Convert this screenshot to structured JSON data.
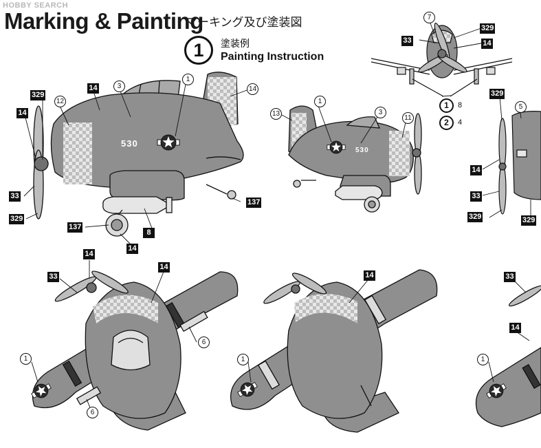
{
  "watermark": "HOBBY SEARCH",
  "header": {
    "title": "Marking & Painting",
    "title_jp": "マーキング及び塗装図"
  },
  "scheme": {
    "number": "1",
    "label_jp": "塗装例",
    "label_en": "Painting Instruction"
  },
  "hull_number": "530",
  "callouts": {
    "left_view": {
      "t14a": "14",
      "t329a": "329",
      "t14b": "14",
      "t33": "33",
      "t329b": "329",
      "t137a": "137",
      "t8": "8",
      "t137b": "137",
      "t14c": "14",
      "c3": "3",
      "c1": "1",
      "c14": "14",
      "c12": "12"
    },
    "right_view": {
      "c13": "13",
      "c1": "1",
      "c3": "3",
      "c11": "11"
    },
    "front_view": {
      "c7": "7",
      "t329": "329",
      "t33": "33",
      "t14": "14",
      "sel1": "1",
      "sel1v": "8",
      "sel2": "2",
      "sel2v": "4"
    },
    "rear_view": {
      "t329a": "329",
      "c5": "5",
      "t14": "14",
      "t33": "33",
      "t329b": "329",
      "t329c": "329"
    },
    "top_view": {
      "t14a": "14",
      "t33": "33",
      "t14b": "14",
      "c1": "1",
      "c6a": "6",
      "c6b": "6"
    },
    "bottom_view": {
      "t14": "14",
      "c1": "1"
    },
    "partial_view": {
      "t33": "33",
      "t14": "14",
      "c1": "1"
    }
  },
  "colors": {
    "body_gray": "#8f8f8f",
    "dark_gray": "#555555",
    "line": "#111111",
    "paper": "#ffffff"
  }
}
